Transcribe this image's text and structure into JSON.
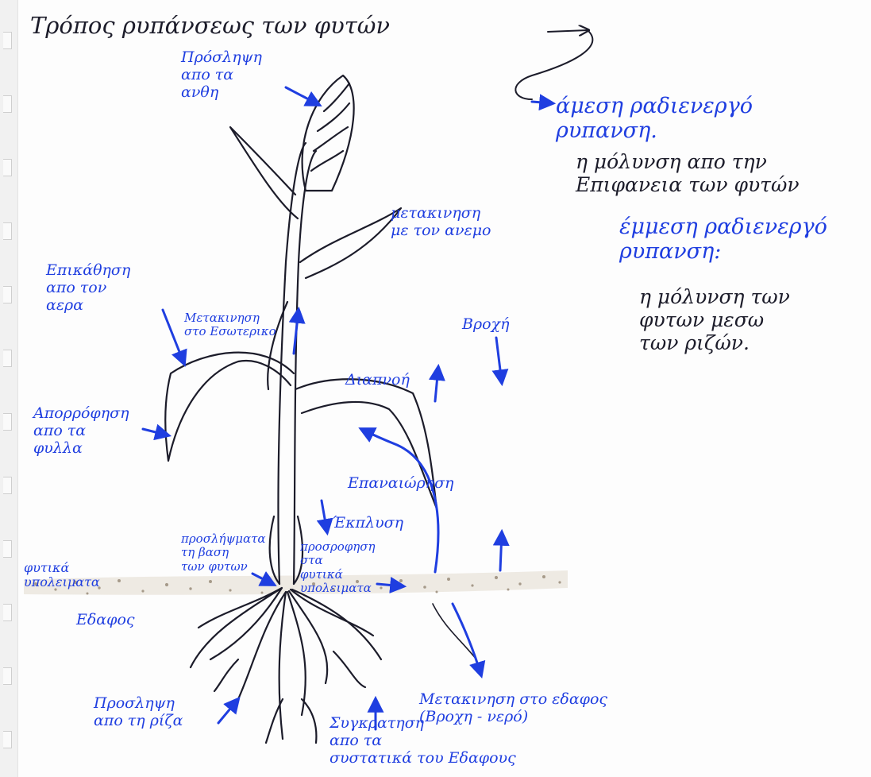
{
  "title": "Τρόπος ρυπάνσεως των φυτών",
  "right_notes": {
    "direct_heading": "άμεση ραδιενεργό\nρυπανση.",
    "direct_text": "η μόλυνση απο την\nΕπιφανεια των φυτών",
    "indirect_heading": "έμμεση ραδιενεργό\nρυπανση:",
    "indirect_text": "η μόλυνση των\nφυτων μεσω\nτων ριζών."
  },
  "labels": {
    "flower_uptake": "Πρόσληψη\nαπο τα\nανθη",
    "wind_transport": "μετακινηση\nμε τον ανεμο",
    "air_deposition": "Επικάθηση\nαπο τον\nαερα",
    "internal_transport": "Μετακινηση\nστο Εσωτερικο",
    "rain": "Βροχή",
    "transpiration": "Διαπνοή",
    "leaf_absorption": "Απορρόφηση\nαπο τα\nφυλλα",
    "resuspension": "Επαναιώρηση",
    "leaching": "Έκπλυση",
    "base_uptake": "προσλήψματα\nτη βαση\nτων φυτων",
    "residue_uptake": "προσροφηση\nστα\nφυτικά\nυπολειματα",
    "plant_residues": "φυτικά\nυπολειματα",
    "soil": "Εδαφος",
    "root_uptake": "Προσληψη\nαπο τη ρίζα",
    "soil_transport": "Μετακινηση στο εδαφος\n(Βροχη - νερό)",
    "soil_retention": "Συγκρατηση\nαπο τα\nσυστατικά του Εδαφους"
  },
  "colors": {
    "ink": "#1c1c2a",
    "blue": "#1f3ee0",
    "soil": "#8a7a64",
    "paper": "#fdfdfd"
  },
  "icons": [
    "arrow-icon",
    "spiral-binding-icon"
  ]
}
